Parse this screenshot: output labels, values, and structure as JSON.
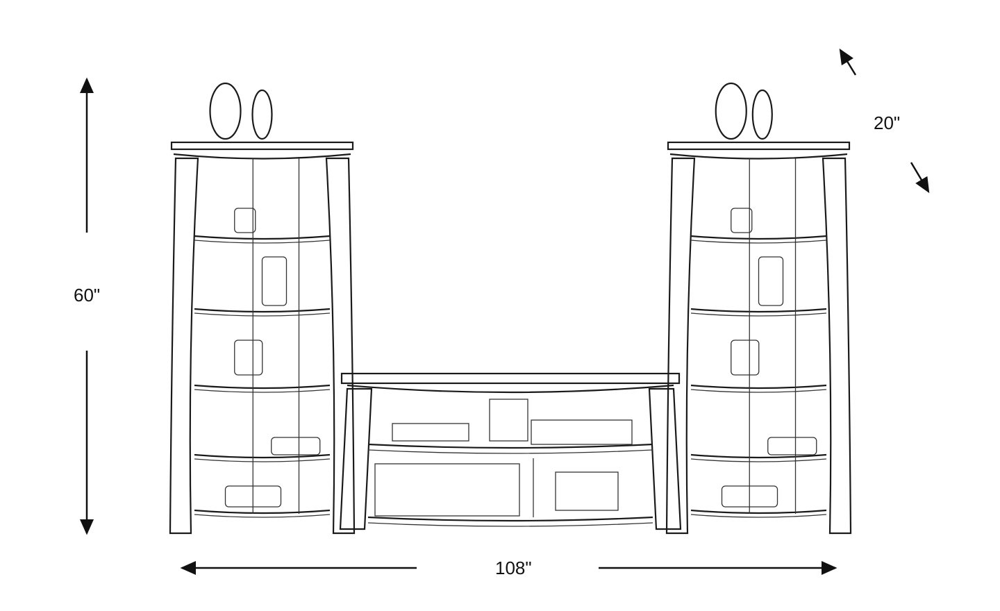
{
  "dimensions": {
    "height": "60\"",
    "width": "108\"",
    "depth": "20\""
  },
  "colors": {
    "line": "#1a1a1a",
    "background": "#ffffff"
  }
}
